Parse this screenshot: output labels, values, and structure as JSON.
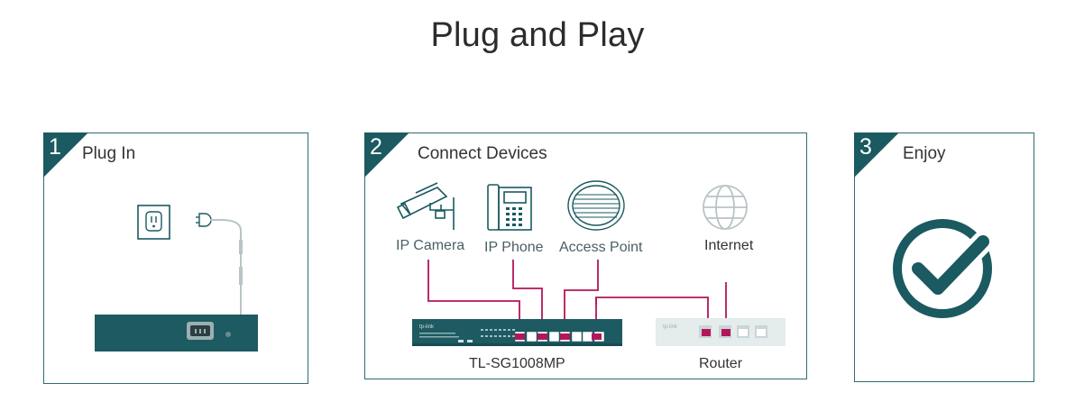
{
  "title": "Plug and Play",
  "colors": {
    "accent": "#1a5a60",
    "cable": "#b3165a",
    "border": "#2f6c73"
  },
  "steps": [
    {
      "number": "1",
      "label": "Plug In"
    },
    {
      "number": "2",
      "label": "Connect Devices"
    },
    {
      "number": "3",
      "label": "Enjoy"
    }
  ],
  "devices": {
    "camera": "IP Camera",
    "phone": "IP Phone",
    "ap": "Access Point",
    "internet": "Internet",
    "switch": "TL-SG1008MP",
    "router": "Router"
  },
  "icons": [
    "power-outlet-icon",
    "power-plug-icon",
    "ip-camera-icon",
    "ip-phone-icon",
    "access-point-icon",
    "globe-icon",
    "checkmark-circle-icon"
  ]
}
